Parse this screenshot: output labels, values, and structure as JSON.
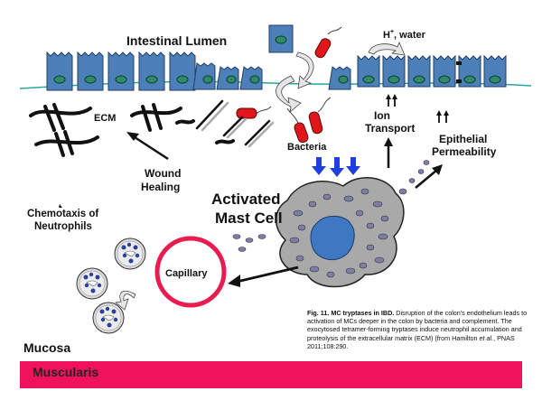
{
  "labels": {
    "intestinal_lumen": "Intestinal Lumen",
    "h_water": "H",
    "h_water_sup": "+",
    "h_water_rest": ", water",
    "ecm": "ECM",
    "bacteria": "Bacteria",
    "ion_transport_1": "Ion",
    "ion_transport_2": "Transport",
    "epithelial_permeability_1": "Epithelial",
    "epithelial_permeability_2": "Permeability",
    "wound_healing_1": "Wound",
    "wound_healing_2": "Healing",
    "activated_mast_cell_1": "Activated",
    "activated_mast_cell_2": "Mast Cell",
    "chemotaxis_1": "Chemotaxis of",
    "chemotaxis_2": "Neutrophils",
    "capillary": "Capillary",
    "mucosa": "Mucosa",
    "muscularis": "Muscularis"
  },
  "caption": {
    "figure_label": "Fig. 11. MC tryptases in IBD.",
    "text_part1": " Disruption of the colon's endothelium leads to activation of MCs deeper in the colon by bacteria and complement. The exocytosed tetramer-forming tryptases induce neutrophil accumulation and proteolysis of the extracellular matrix (ECM) (from Hamilton ",
    "et_al": "et al.",
    "text_part2": ", PNAS 2011;108:290."
  },
  "colors": {
    "epithelial_cell": "#4d7fb8",
    "nucleus": "#2f8a6a",
    "bacteria": "#e0161b",
    "mast_cell": "#a9a9a9",
    "granule": "#7b7fa8",
    "mast_nucleus": "#3f78c2",
    "capillary_ring": "#e81c4f",
    "blue_arrow": "#1f3fe0",
    "muscularis": "#f0125d"
  }
}
